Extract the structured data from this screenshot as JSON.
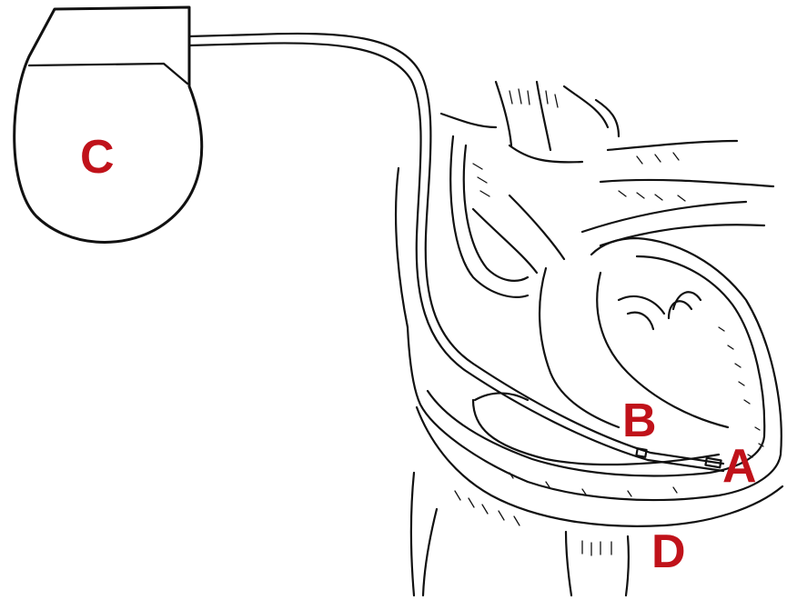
{
  "labels": {
    "a": "A",
    "b": "B",
    "c": "C",
    "d": "D"
  },
  "colors": {
    "label": "#c0121a",
    "ink": "#111111",
    "background": "#ffffff"
  }
}
